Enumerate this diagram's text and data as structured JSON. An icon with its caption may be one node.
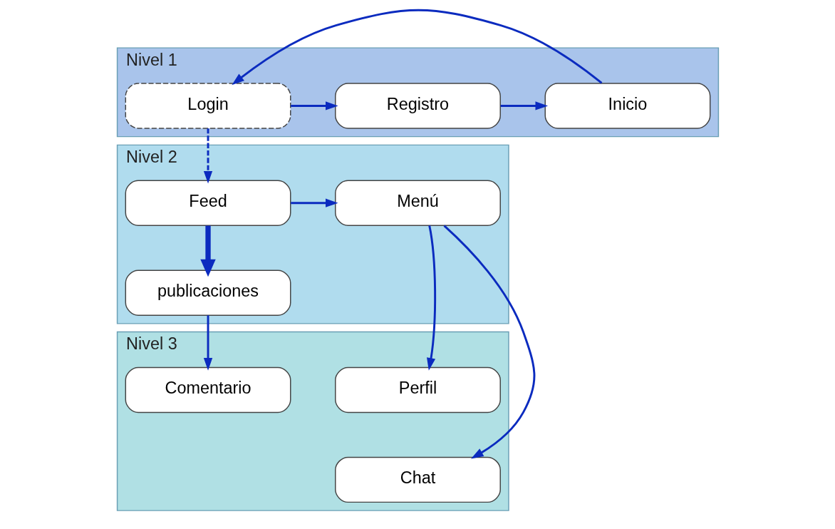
{
  "diagram": {
    "nodes": [
      {
        "text": [
          "Nivel 1"
        ]
      },
      {
        "text": [
          "Registro"
        ],
        "in": 0
      },
      {
        "text": [
          "Inicio"
        ],
        "in": 0
      },
      {
        "text": [
          "Login"
        ],
        "in": 0
      },
      {
        "text": [
          "Nivel 2"
        ]
      },
      {
        "text": [
          "Menú"
        ],
        "in": 4
      },
      {
        "text": [
          "Feed"
        ],
        "in": 4
      },
      {
        "text": [
          "publicaciones"
        ],
        "in": 4
      },
      {
        "text": [
          "Nivel 3"
        ]
      },
      {
        "text": [
          "Perfil"
        ],
        "in": 8
      },
      {
        "text": [
          "Comentario"
        ],
        "in": 8
      },
      {
        "text": [
          "Chat"
        ],
        "in": 8
      }
    ],
    "edges": [
      {
        "from": 3,
        "to": 1,
        "arrow": "to"
      },
      {
        "from": 1,
        "to": 2,
        "arrow": "to"
      },
      {
        "from": 2,
        "to": 3,
        "arrow": "to"
      },
      {
        "from": 3,
        "to": 6,
        "arrow": "to",
        "style": "dashed"
      },
      {
        "from": 6,
        "to": 5,
        "arrow": "to"
      },
      {
        "from": 6,
        "to": 7,
        "arrow": "to",
        "style": "thick"
      },
      {
        "from": 5,
        "to": 9,
        "arrow": "to"
      },
      {
        "from": 5,
        "to": 11,
        "arrow": "to"
      },
      {
        "from": 7,
        "to": 10,
        "arrow": "to"
      }
    ]
  }
}
